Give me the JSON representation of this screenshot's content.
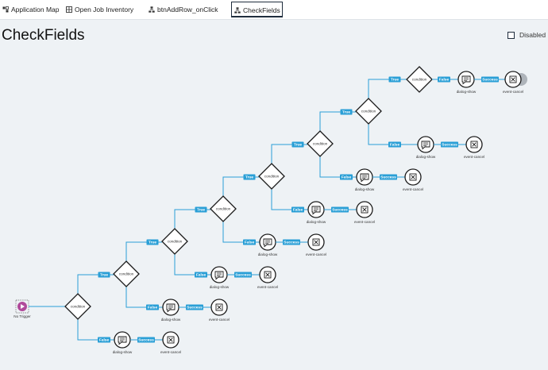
{
  "tabs": [
    {
      "label": "Application Map",
      "active": false
    },
    {
      "label": "Open Job Inventory",
      "active": false
    },
    {
      "label": "btnAddRow_onClick",
      "active": false
    },
    {
      "label": "CheckFields",
      "active": true
    }
  ],
  "page": {
    "title": "CheckFields",
    "disabled_label": "Disabled",
    "disabled_checked": false
  },
  "flow": {
    "trigger_label": "No Trigger",
    "condition_label": "condition",
    "dialog_label": "dialog-show",
    "cancel_label": "event-cancel",
    "true_label": "True",
    "false_label": "False",
    "success_label": "Success",
    "levels": 7
  },
  "colors": {
    "accent": "#2a9fd6",
    "node_stroke": "#1a1a1a",
    "trigger": "#b04a9a",
    "canvas": "#eef2f5"
  }
}
